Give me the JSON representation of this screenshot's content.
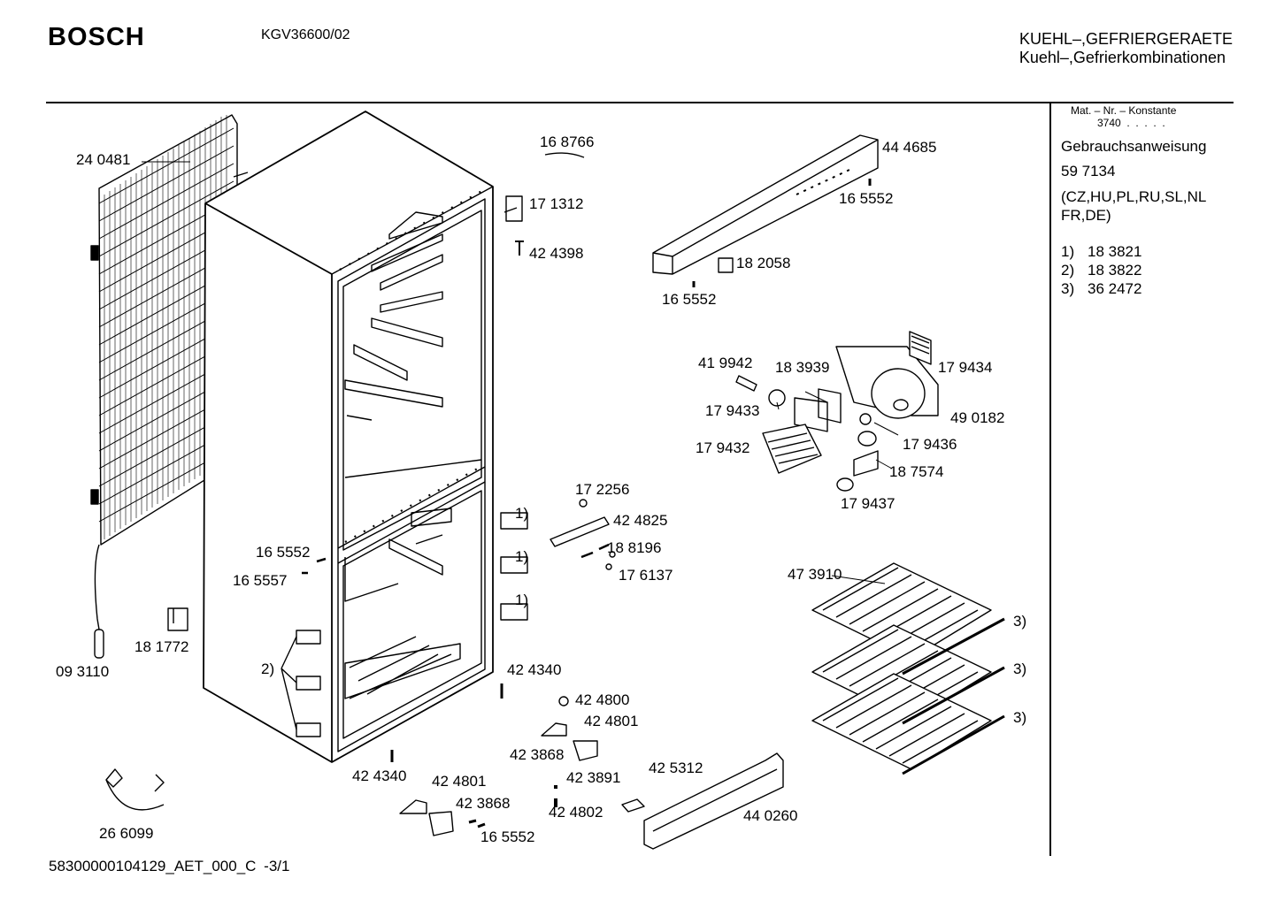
{
  "header": {
    "brand": "BOSCH",
    "model": "KGV36600/02",
    "category_line1": "KUEHL–,GEFRIERGERAETE",
    "category_line2": "Kuehl–,Gefrierkombinationen"
  },
  "side_panel": {
    "mat_nr_label": "Mat. – Nr. – Konstante",
    "mat_nr_value": "3740  .  .  .  .  .",
    "manual_label": "Gebrauchsanweisung",
    "manual_number": "59 7134",
    "languages": "(CZ,HU,PL,RU,SL,NL FR,DE)",
    "notes": [
      {
        "key": "1)",
        "value": "18 3821"
      },
      {
        "key": "2)",
        "value": "18 3822"
      },
      {
        "key": "3)",
        "value": "36 2472"
      }
    ]
  },
  "parts": [
    {
      "id": "p-240481",
      "label": "24 0481"
    },
    {
      "id": "p-168766",
      "label": "16 8766"
    },
    {
      "id": "p-171312",
      "label": "17 1312"
    },
    {
      "id": "p-424398",
      "label": "42 4398"
    },
    {
      "id": "p-444685",
      "label": "44 4685"
    },
    {
      "id": "p-165552a",
      "label": "16 5552"
    },
    {
      "id": "p-182058",
      "label": "18 2058"
    },
    {
      "id": "p-165552b",
      "label": "16 5552"
    },
    {
      "id": "p-419942",
      "label": "41 9942"
    },
    {
      "id": "p-183939",
      "label": "18 3939"
    },
    {
      "id": "p-179434",
      "label": "17 9434"
    },
    {
      "id": "p-179433",
      "label": "17 9433"
    },
    {
      "id": "p-490182",
      "label": "49 0182"
    },
    {
      "id": "p-179432",
      "label": "17 9432"
    },
    {
      "id": "p-179436",
      "label": "17 9436"
    },
    {
      "id": "p-187574",
      "label": "18 7574"
    },
    {
      "id": "p-179437",
      "label": "17 9437"
    },
    {
      "id": "p-172256",
      "label": "17 2256"
    },
    {
      "id": "p-424825",
      "label": "42 4825"
    },
    {
      "id": "p-188196",
      "label": "18 8196"
    },
    {
      "id": "p-176137",
      "label": "17 6137"
    },
    {
      "id": "p-165552c",
      "label": "16 5552"
    },
    {
      "id": "p-165557",
      "label": "16 5557"
    },
    {
      "id": "p-473910",
      "label": "47 3910"
    },
    {
      "id": "p-181772",
      "label": "18 1772"
    },
    {
      "id": "p-093110",
      "label": "09 3110"
    },
    {
      "id": "p-424340a",
      "label": "42 4340"
    },
    {
      "id": "p-424800",
      "label": "42 4800"
    },
    {
      "id": "p-424801a",
      "label": "42 4801"
    },
    {
      "id": "p-423868a",
      "label": "42 3868"
    },
    {
      "id": "p-424340b",
      "label": "42 4340"
    },
    {
      "id": "p-424801b",
      "label": "42 4801"
    },
    {
      "id": "p-423868b",
      "label": "42 3868"
    },
    {
      "id": "p-165552d",
      "label": "16 5552"
    },
    {
      "id": "p-423891",
      "label": "42 3891"
    },
    {
      "id": "p-424802",
      "label": "42 4802"
    },
    {
      "id": "p-425312",
      "label": "42 5312"
    },
    {
      "id": "p-440260",
      "label": "44 0260"
    },
    {
      "id": "p-266099",
      "label": "26 6099"
    }
  ],
  "callouts": [
    {
      "id": "c1a",
      "label": "1)"
    },
    {
      "id": "c1b",
      "label": "1)"
    },
    {
      "id": "c1c",
      "label": "1)"
    },
    {
      "id": "c2",
      "label": "2)"
    },
    {
      "id": "c3a",
      "label": "3)"
    },
    {
      "id": "c3b",
      "label": "3)"
    },
    {
      "id": "c3c",
      "label": "3)"
    }
  ],
  "footer": {
    "doc_id": "58300000104129_AET_000_C",
    "page": "-3/1"
  }
}
